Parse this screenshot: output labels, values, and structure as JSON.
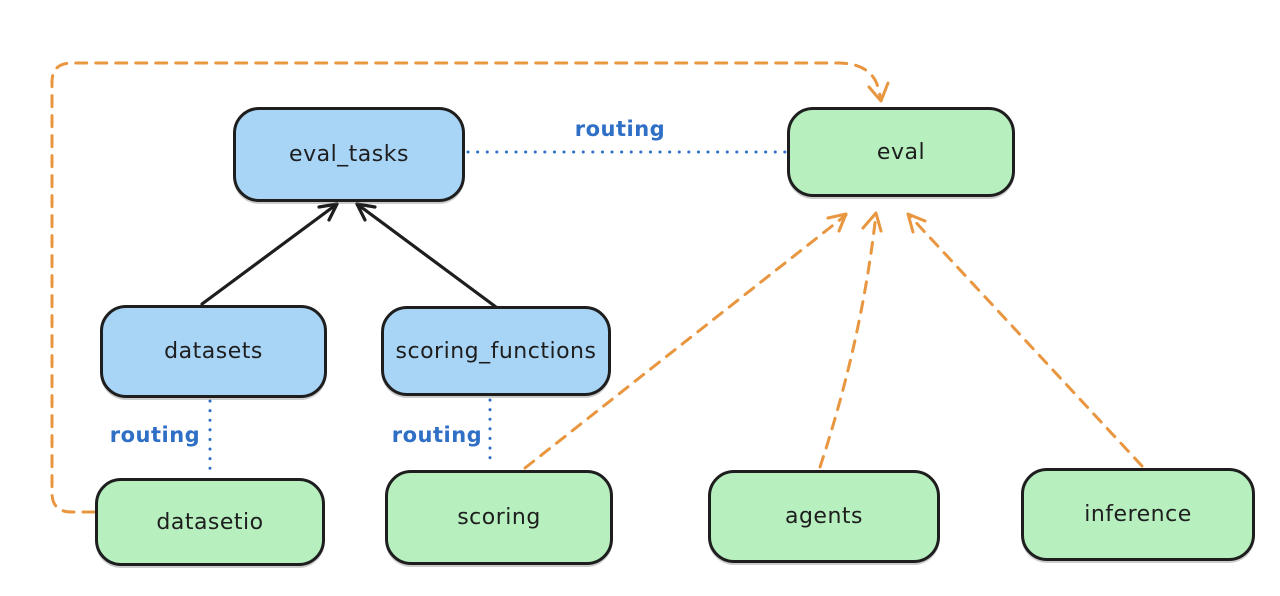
{
  "diagram": {
    "nodes": [
      {
        "id": "eval_tasks",
        "label": "eval_tasks",
        "fill": "blue"
      },
      {
        "id": "eval",
        "label": "eval",
        "fill": "green"
      },
      {
        "id": "datasets",
        "label": "datasets",
        "fill": "blue"
      },
      {
        "id": "scoring_functions",
        "label": "scoring_functions",
        "fill": "blue"
      },
      {
        "id": "datasetio",
        "label": "datasetio",
        "fill": "green"
      },
      {
        "id": "scoring",
        "label": "scoring",
        "fill": "green"
      },
      {
        "id": "agents",
        "label": "agents",
        "fill": "green"
      },
      {
        "id": "inference",
        "label": "inference",
        "fill": "green"
      }
    ],
    "edges": [
      {
        "from": "eval_tasks",
        "to": "eval",
        "label": "routing",
        "style": "dotted-blue"
      },
      {
        "from": "datasets",
        "to": "datasetio",
        "label": "routing",
        "style": "dotted-blue"
      },
      {
        "from": "scoring_functions",
        "to": "scoring",
        "label": "routing",
        "style": "dotted-blue"
      },
      {
        "from": "datasets",
        "to": "eval_tasks",
        "style": "solid-black-arrow"
      },
      {
        "from": "scoring_functions",
        "to": "eval_tasks",
        "style": "solid-black-arrow"
      },
      {
        "from": "datasetio",
        "to": "eval",
        "style": "dashed-orange-arrow"
      },
      {
        "from": "scoring",
        "to": "eval",
        "style": "dashed-orange-arrow"
      },
      {
        "from": "agents",
        "to": "eval",
        "style": "dashed-orange-arrow"
      },
      {
        "from": "inference",
        "to": "eval",
        "style": "dashed-orange-arrow"
      }
    ],
    "colors": {
      "blue_fill": "#a8d4f6",
      "green_fill": "#b7efbf",
      "stroke": "#1e1e1e",
      "orange_edge": "#e8963f",
      "blue_edge": "#2f6fc6",
      "background": "#ffffff"
    }
  }
}
